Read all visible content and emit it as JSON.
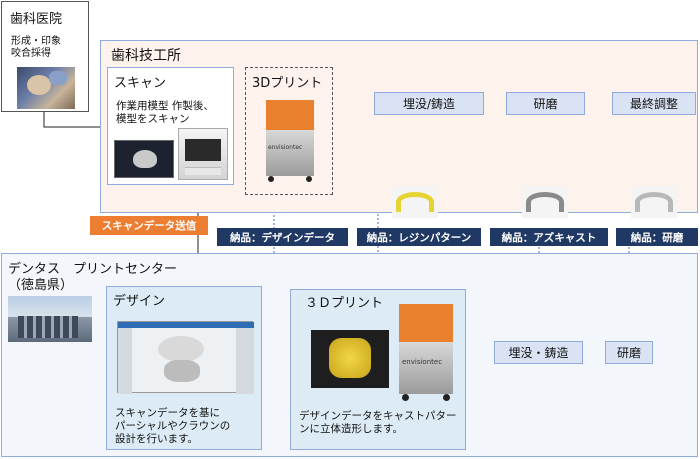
{
  "clinic": {
    "title": "歯科医院",
    "desc_line1": "形成・印象",
    "desc_line2": "咬合採得"
  },
  "lab": {
    "title": "歯科技工所",
    "scan": {
      "title": "スキャン",
      "desc_line1": "作業用模型 作製後、",
      "desc_line2": "模型をスキャン"
    },
    "print": {
      "title": "3Dプリント"
    },
    "steps": [
      "埋没/鋳造",
      "研磨",
      "最終調整"
    ]
  },
  "transfer_label": "スキャンデータ送信",
  "deliveries": [
    "納品：デザインデータ",
    "納品：レジンパターン",
    "納品：アズキャスト",
    "納品：研磨"
  ],
  "center": {
    "title_line1": "デンタス　プリントセンター",
    "title_line2": "（徳島県）",
    "design": {
      "title": "デザイン",
      "desc_line1": "スキャンデータを基に",
      "desc_line2": "パーシャルやクラウンの",
      "desc_line3": "設計を行います。"
    },
    "print": {
      "title": "３Ｄプリント",
      "desc_line1": "デザインデータをキャストパター",
      "desc_line2": "ンに立体造形します。"
    },
    "steps": [
      "埋没・鋳造",
      "研磨"
    ]
  },
  "printer_brand": "envisiontec"
}
